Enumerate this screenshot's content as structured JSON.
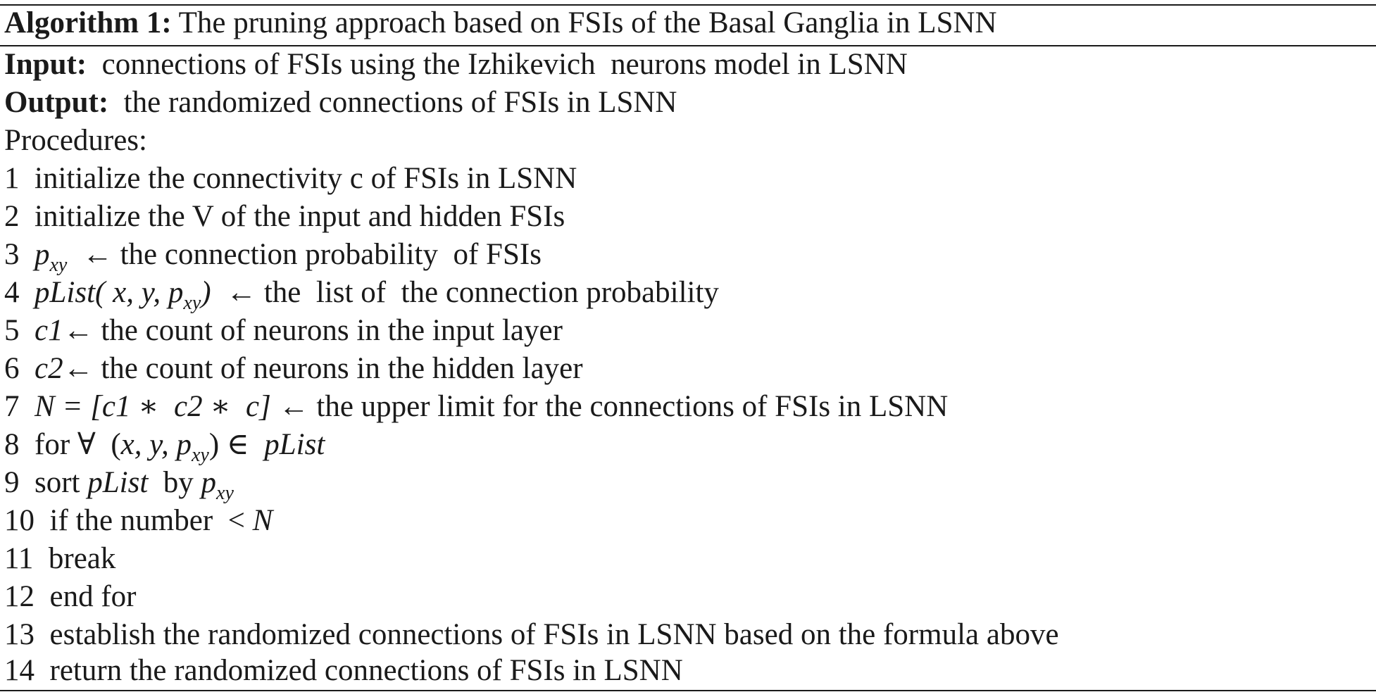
{
  "algorithm": {
    "caption_label": "Algorithm 1:",
    "caption_text": " The pruning approach based on FSIs of the Basal Ganglia in LSNN",
    "input_label": "Input:",
    "input_text": "  connections of FSIs using the Izhikevich  neurons model in LSNN",
    "output_label": "Output:",
    "output_text": "  the randomized connections of FSIs in LSNN",
    "procedures": "Procedures:",
    "steps": [
      {
        "num": "1",
        "text": "  initialize the connectivity c of FSIs in LSNN"
      },
      {
        "num": "2",
        "text": "  initialize the V of the input and hidden FSIs"
      },
      {
        "num": "3",
        "p": "p",
        "p_sub": "xy",
        "text": "  ← the connection probability  of FSIs"
      },
      {
        "num": "4",
        "expr_a": "pList( x, y, p",
        "sub": "xy",
        "expr_b": ")",
        "text": "  ← the  list of  the connection probability"
      },
      {
        "num": "5",
        "var": "c1",
        "text": "← the count of neurons in the input layer"
      },
      {
        "num": "6",
        "var": "c2",
        "text": "← the count of neurons in the hidden layer"
      },
      {
        "num": "7",
        "expr": "N = [c1 ∗  c2 ∗  c]",
        "text": " ← the upper limit for the connections of FSIs in LSNN"
      },
      {
        "num": "8",
        "text_a": "  for ∀  (",
        "expr_a": "x, y, p",
        "sub": "xy",
        "text_b": ") ∈  ",
        "expr_b": "pList"
      },
      {
        "num": "9",
        "text_a": "  sort ",
        "expr_a": "pList",
        "text_b": "  by ",
        "expr_b": "p",
        "sub": "xy"
      },
      {
        "num": "10",
        "text": "  if the number  < ",
        "expr": "N"
      },
      {
        "num": "11",
        "text": "  break"
      },
      {
        "num": "12",
        "text": "  end for"
      },
      {
        "num": "13",
        "text": "  establish the randomized connections of FSIs in LSNN based on the formula above"
      },
      {
        "num": "14",
        "text": "  return the randomized connections of FSIs in LSNN"
      }
    ]
  }
}
